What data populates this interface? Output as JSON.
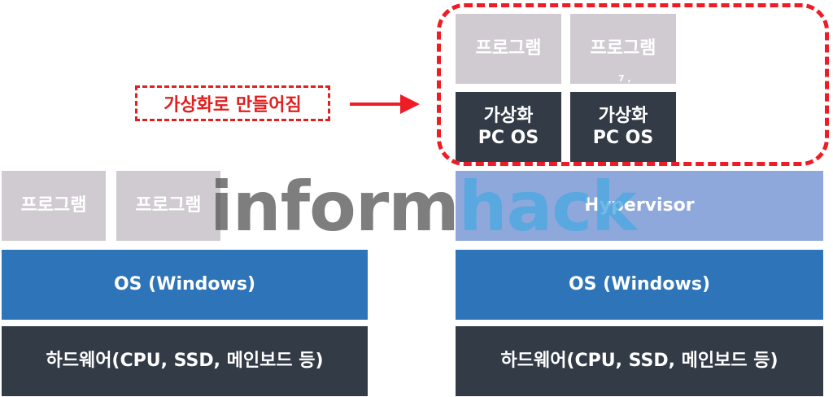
{
  "left_stack": {
    "programs": [
      "프로그램",
      "프로그램"
    ],
    "os": "OS (Windows)",
    "hardware": "하드웨어(CPU, SSD, 메인보드 등)"
  },
  "right_stack": {
    "programs": [
      "프로그램",
      "프로그램"
    ],
    "virtual_pcs": [
      {
        "line1": "가상화",
        "line2": "PC OS"
      },
      {
        "line1": "가상화",
        "line2": "PC OS"
      }
    ],
    "hypervisor": "Hypervisor",
    "os": "OS (Windows)",
    "hardware": "하드웨어(CPU, SSD, 메인보드 등)",
    "small_mark": "7 ,"
  },
  "callout": {
    "label": "가상화로 만들어짐"
  },
  "watermark": {
    "part1": "inform",
    "part2": "hack"
  },
  "colors": {
    "program": "#cfcbd0",
    "os": "#2e74b8",
    "hardware": "#333b47",
    "hypervisor": "#8fa8dc",
    "accent_red": "#ee1c25",
    "watermark_gray": "#5a5a5a",
    "watermark_blue": "#4aa8e0"
  }
}
